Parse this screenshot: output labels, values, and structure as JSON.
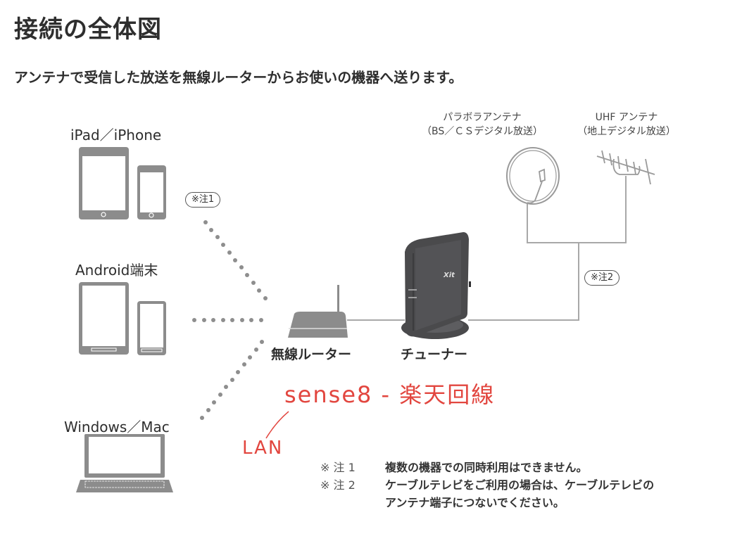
{
  "header": {
    "title": "接続の全体図",
    "subtitle": "アンテナで受信した放送を無線ルーターからお使いの機器へ送ります。"
  },
  "devices": {
    "ios": "iPad／iPhone",
    "android": "Android端末",
    "pc": "Windows／Mac"
  },
  "hardware": {
    "router": "無線ルーター",
    "tuner": "チューナー",
    "tuner_logo": "Xit"
  },
  "antennas": {
    "parabola_name": "パラボラアンテナ",
    "parabola_desc": "（BS／ＣＳデジタル放送）",
    "uhf_name": "UHF アンテナ",
    "uhf_desc": "（地上デジタル放送）"
  },
  "badges": {
    "note1": "※注1",
    "note2": "※注2"
  },
  "handwriting": {
    "line1": "sense8 - 楽天回線",
    "line2": "LAN"
  },
  "notes": [
    {
      "key": "※ 注 1",
      "text": "複数の機器での同時利用はできません。"
    },
    {
      "key": "※ 注 2",
      "text": "ケーブルテレビをご利用の場合は、ケーブルテレビの"
    },
    {
      "key": "",
      "text": "アンテナ端子につないでください。"
    }
  ],
  "colors": {
    "device_gray": "#8c8c8c",
    "line_gray": "#a8a8a8",
    "tuner_dark": "#4a4a4c",
    "handwriting_red": "#e2463f",
    "text": "#2e2e2e"
  }
}
